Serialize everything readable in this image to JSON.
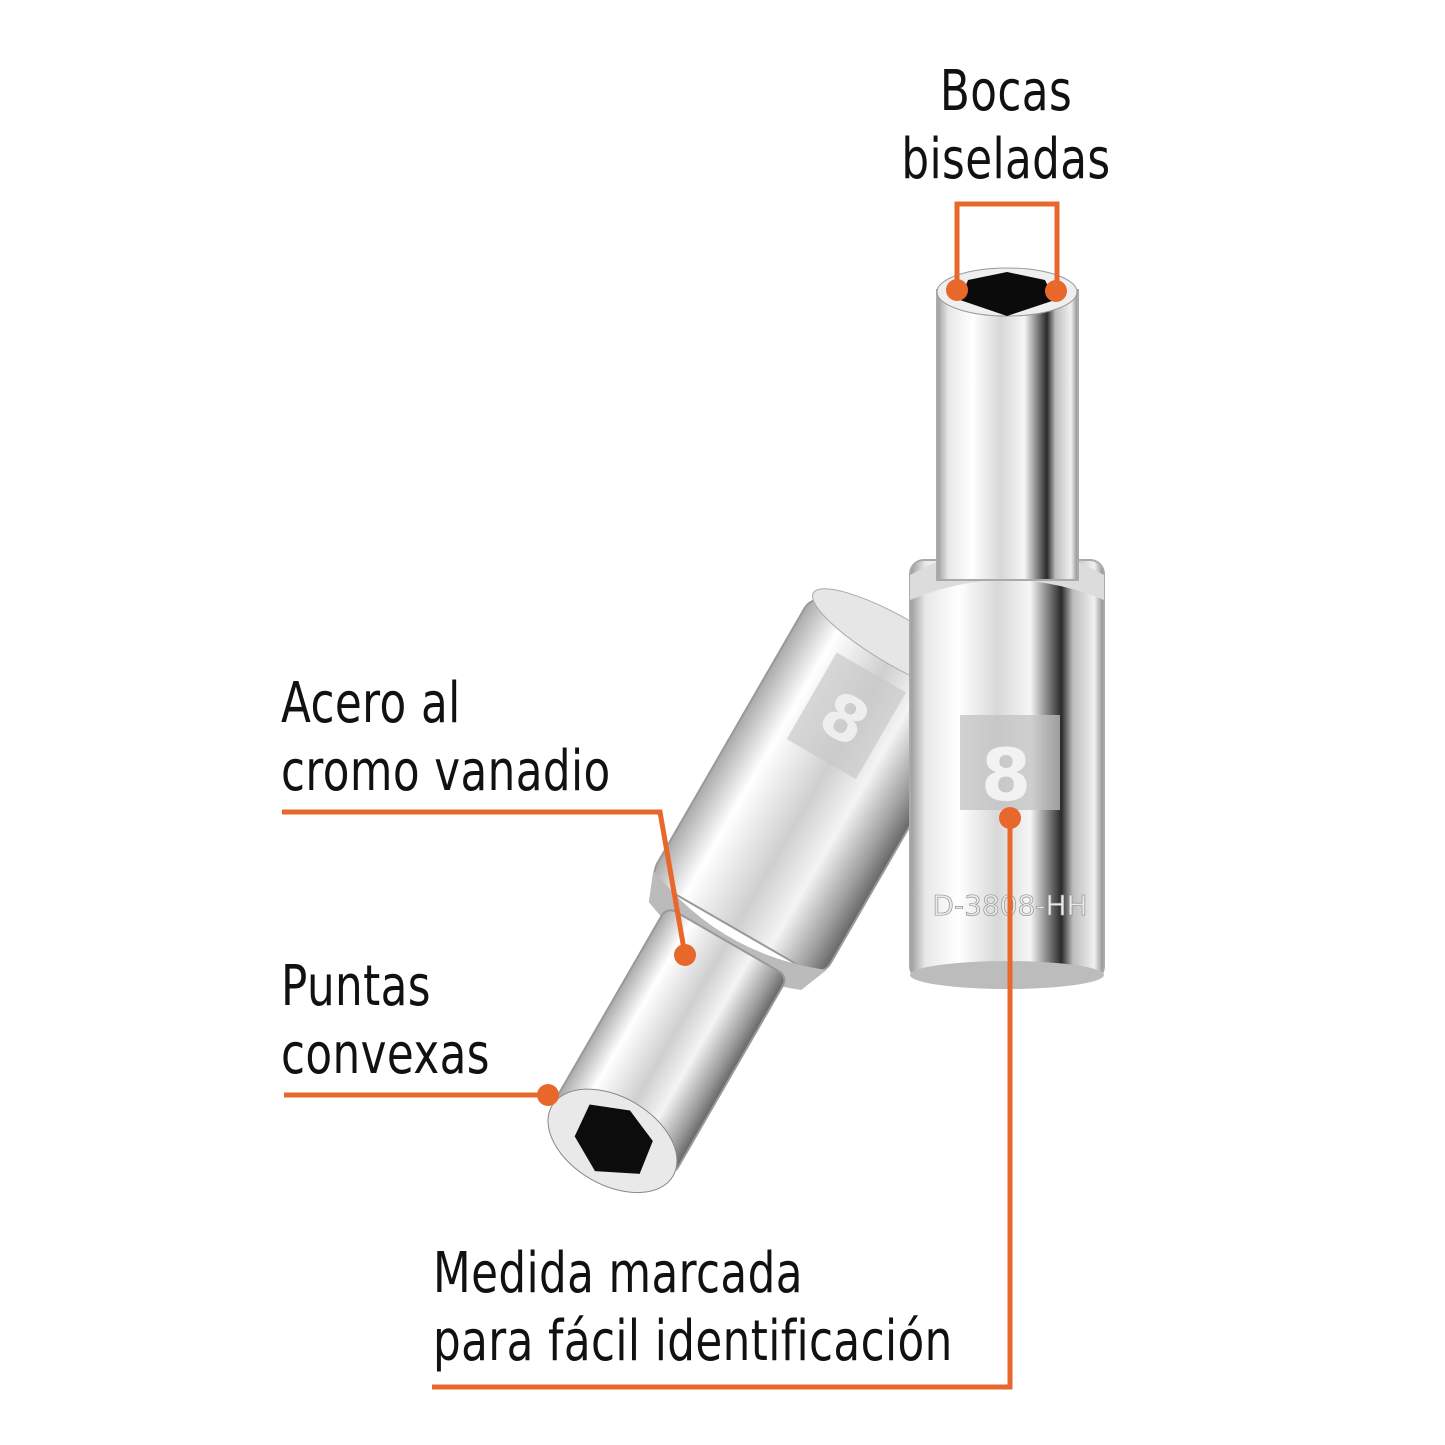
{
  "accent_color": "#E8672A",
  "callouts": {
    "bocas": {
      "line1": "Bocas",
      "line2": "biseladas"
    },
    "acero": {
      "line1": "Acero al",
      "line2": "cromo vanadio"
    },
    "puntas": {
      "line1": "Puntas",
      "line2": "convexas"
    },
    "medida": {
      "line1": "Medida marcada",
      "line2": "para fácil identificación"
    }
  },
  "product": {
    "size_marking": "8",
    "engraving": "D-3808-HH"
  }
}
